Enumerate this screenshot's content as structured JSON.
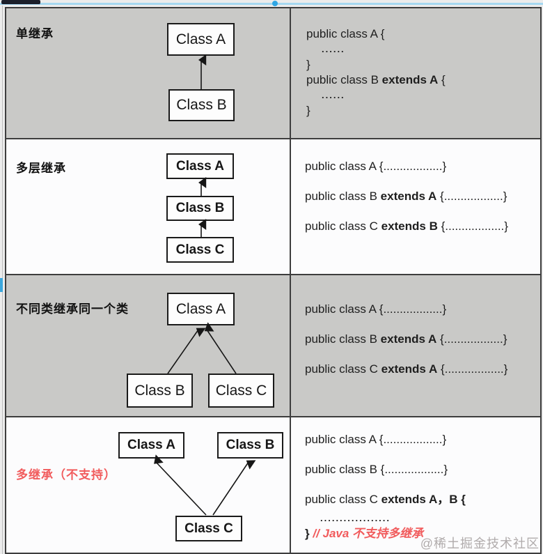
{
  "colors": {
    "row_gray": "#c9c9c7",
    "row_white": "#fcfcfd",
    "table_border": "#3d3d3d",
    "box_border": "#1a1a1a",
    "red": "#f15b5c",
    "watermark_gray": "#b0abab",
    "progress_line_blue": "#a6d8f1",
    "progress_dot_blue": "#2fa6e4",
    "player_bar_dark": "#1b1f2b"
  },
  "rows": [
    {
      "label": "单继承",
      "boxes": {
        "a": "Class A",
        "b": "Class B"
      },
      "code": {
        "l1": "public class A {",
        "l2": "......",
        "l3": "}",
        "l4a": "public class B ",
        "l4b": "extends A",
        "l4c": " {",
        "l5": "......",
        "l6": "}"
      }
    },
    {
      "label": "多层继承",
      "boxes": {
        "a": "Class A",
        "b": "Class B",
        "c": "Class C"
      },
      "code": {
        "l1": "public class A {..................}",
        "l2a": "public class B ",
        "l2b": "extends A",
        "l2c": " {..................}",
        "l3a": "public class C ",
        "l3b": "extends B",
        "l3c": " {..................}"
      }
    },
    {
      "label": "不同类继承同一个类",
      "boxes": {
        "a": "Class A",
        "b": "Class B",
        "c": "Class C"
      },
      "code": {
        "l1": "public class A {..................}",
        "l2a": "public class B ",
        "l2b": "extends A",
        "l2c": " {..................}",
        "l3a": "public class C ",
        "l3b": "extends A",
        "l3c": " {..................}"
      }
    },
    {
      "label": "多继承（不支持）",
      "boxes": {
        "a": "Class A",
        "b": "Class B",
        "c": "Class C"
      },
      "code": {
        "l1": "public class A {..................}",
        "l2": "public class B {..................}",
        "l3a": "public class C ",
        "l3b": "extends A，B {",
        "l4": "..................",
        "l5a": "} ",
        "l5b": "// Java 不支持多继承"
      }
    }
  ],
  "watermark": "@稀土掘金技术社区"
}
